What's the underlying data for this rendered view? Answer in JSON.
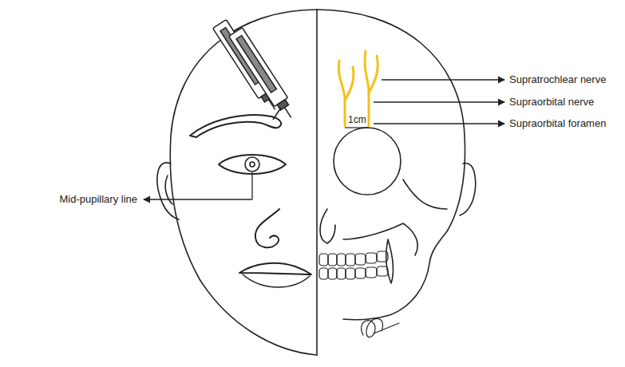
{
  "diagram": {
    "labels": [
      "Mid-pupillary line",
      "1cm",
      "Supratrochlear nerve",
      "Supraorbital nerve",
      "Supraorbital foramen"
    ]
  }
}
